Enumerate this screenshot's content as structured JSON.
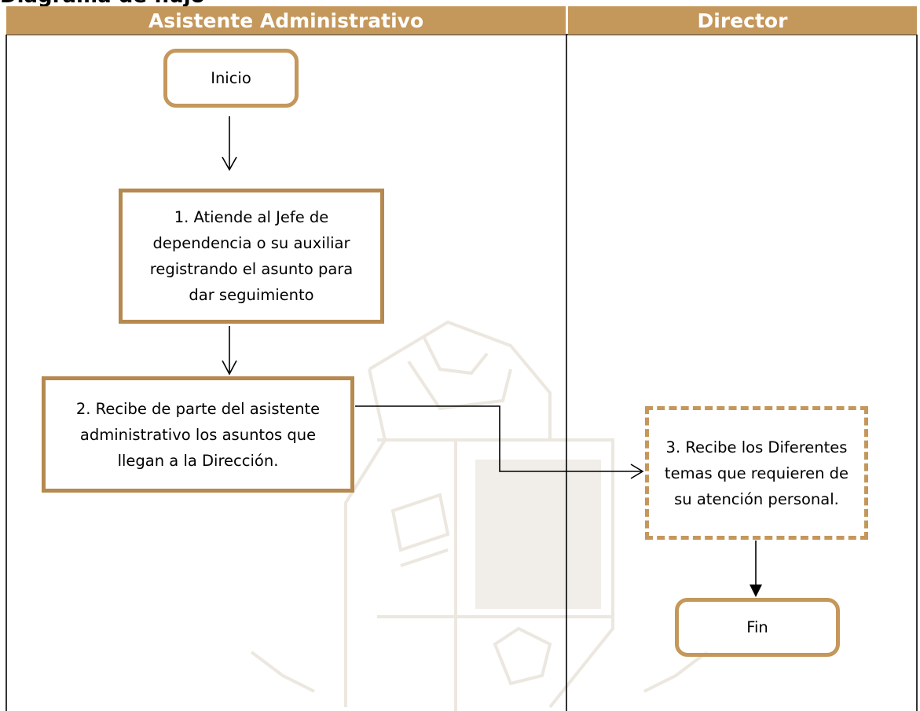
{
  "page": {
    "heading": "Diagrama de flujo"
  },
  "lanes": [
    {
      "title": "Asistente Administrativo"
    },
    {
      "title": "Director"
    }
  ],
  "steps": {
    "start": "Inicio",
    "step1": "1. Atiende al Jefe de dependencia o su auxiliar registrando el asunto para dar seguimiento",
    "step2": "2. Recibe de parte del asistente administrativo los asuntos que llegan a la Dirección.",
    "step3": "3. Recibe los Diferentes temas que requieren de su atención personal.",
    "end": "Fin"
  },
  "colors": {
    "accent": "#c4975b",
    "accent_dark": "#b5894f",
    "line": "#000000",
    "header_text": "#ffffff"
  }
}
